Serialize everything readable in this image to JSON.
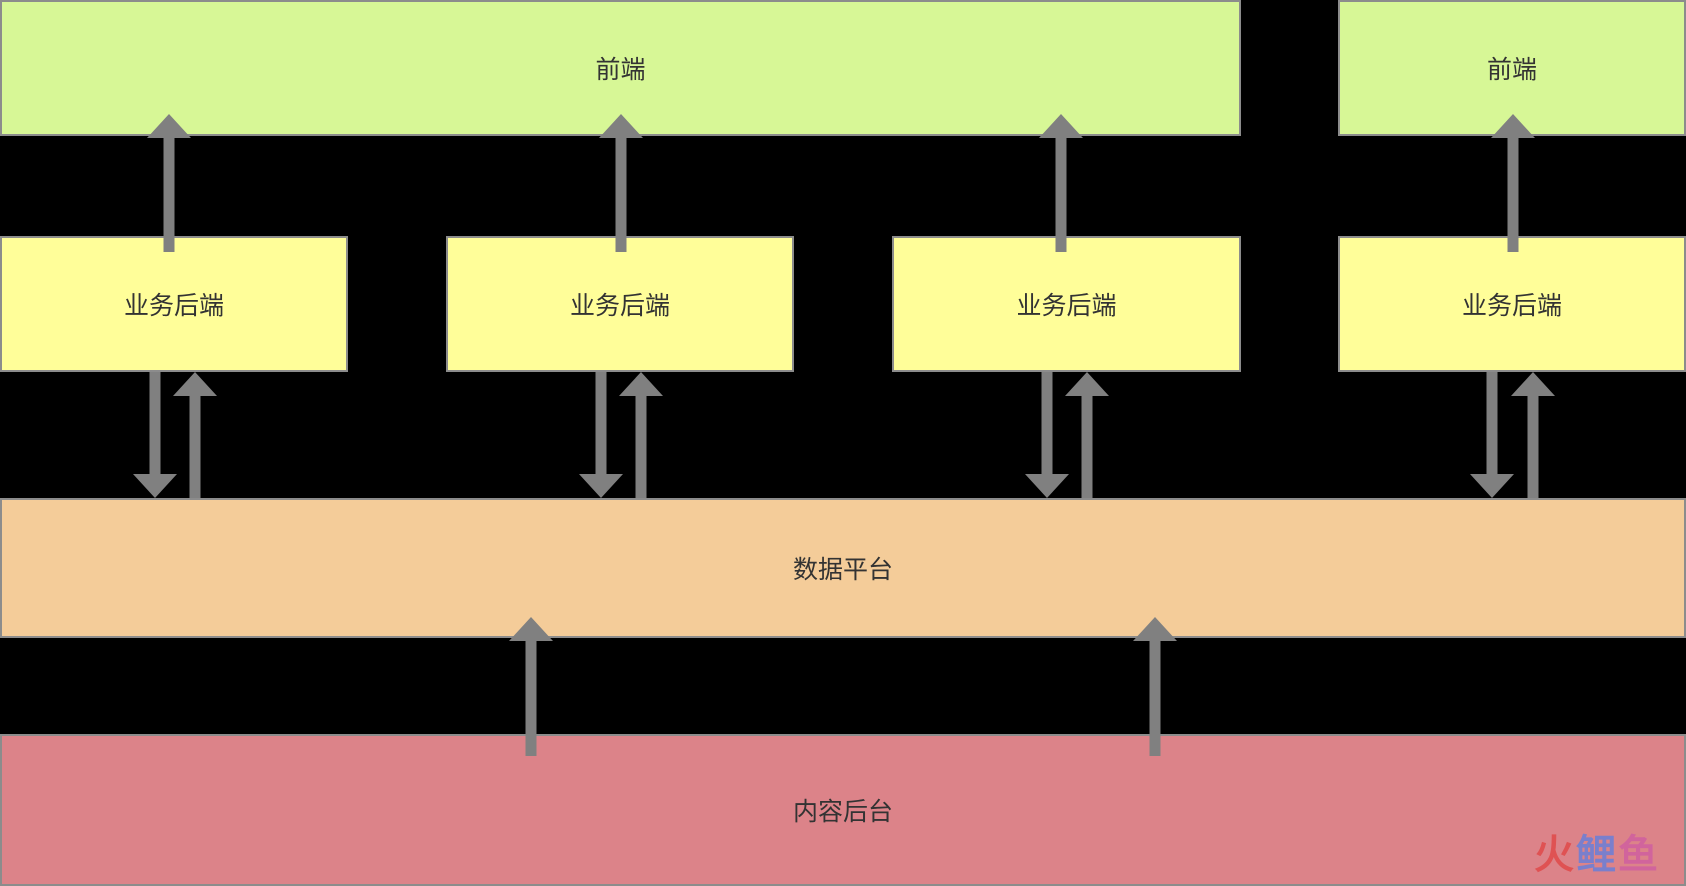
{
  "colors": {
    "frontend": "#d7f796",
    "business_backend": "#fffe99",
    "data_platform": "#f4cc99",
    "content_backend": "#dc8389",
    "arrow": "#808080",
    "border": "#8c8c8c"
  },
  "frontend": [
    {
      "label": "前端"
    },
    {
      "label": "前端"
    }
  ],
  "business_backends": [
    {
      "label": "业务后端"
    },
    {
      "label": "业务后端"
    },
    {
      "label": "业务后端"
    },
    {
      "label": "业务后端"
    }
  ],
  "data_platform": {
    "label": "数据平台"
  },
  "content_backend": {
    "label": "内容后台"
  },
  "watermark": {
    "c1": "火",
    "c2": "鲤",
    "c3": "鱼"
  }
}
